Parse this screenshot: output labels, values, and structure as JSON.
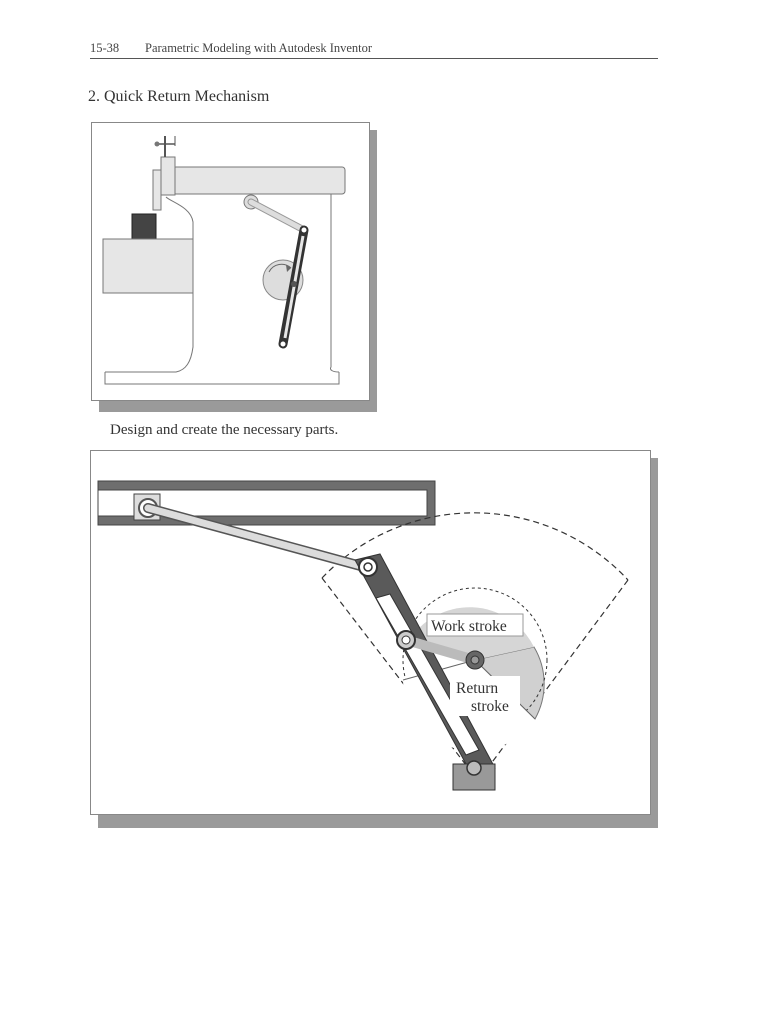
{
  "header": {
    "page_number": "15-38",
    "book_title": "Parametric Modeling with Autodesk Inventor"
  },
  "section": {
    "title": "2.  Quick Return Mechanism"
  },
  "caption": "Design and create the necessary parts.",
  "figure2": {
    "work_stroke_label": "Work stroke",
    "return_label_line1": "Return",
    "return_label_line2": "stroke"
  }
}
